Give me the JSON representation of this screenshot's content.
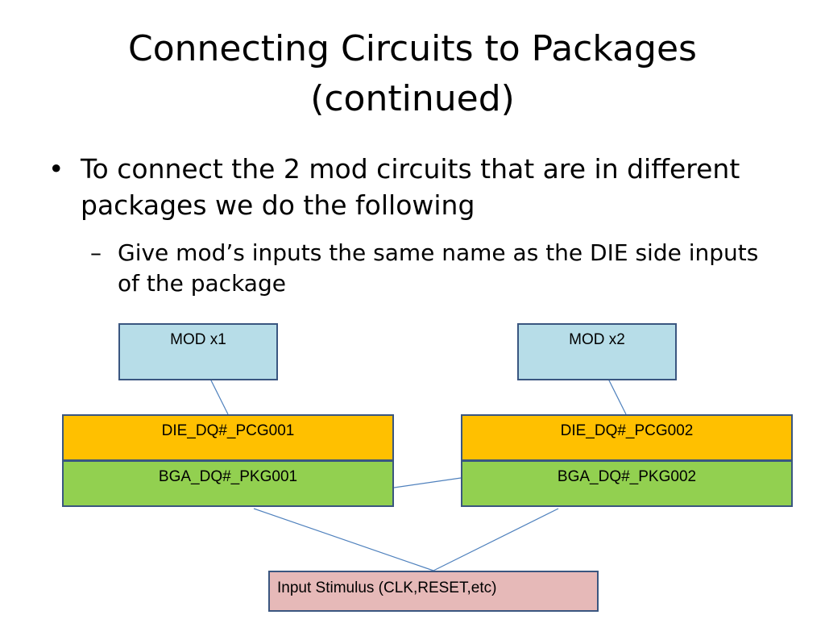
{
  "slide": {
    "title_line1": "Connecting Circuits to Packages",
    "title_line2": "(continued)",
    "bullet1": {
      "marker": "•",
      "text": "To connect the 2 mod circuits that are in different packages we do the following"
    },
    "bullet2": {
      "marker": "–",
      "text": "Give mod’s inputs the same name as the DIE side inputs of the package"
    }
  },
  "diagram": {
    "mod1_label": "MOD x1",
    "mod2_label": "MOD x2",
    "die1_label": "DIE_DQ#_PCG001",
    "die2_label": "DIE_DQ#_PCG002",
    "bga1_label": "BGA_DQ#_PKG001",
    "bga2_label": "BGA_DQ#_PKG002",
    "stimulus_label": "Input Stimulus (CLK,RESET,etc)",
    "colors": {
      "mod_fill": "#b7dde8",
      "die_fill": "#ffc000",
      "bga_fill": "#92d050",
      "stimulus_fill": "#e6b9b8",
      "border": "#3a5680",
      "connector": "#4f81bd"
    }
  }
}
